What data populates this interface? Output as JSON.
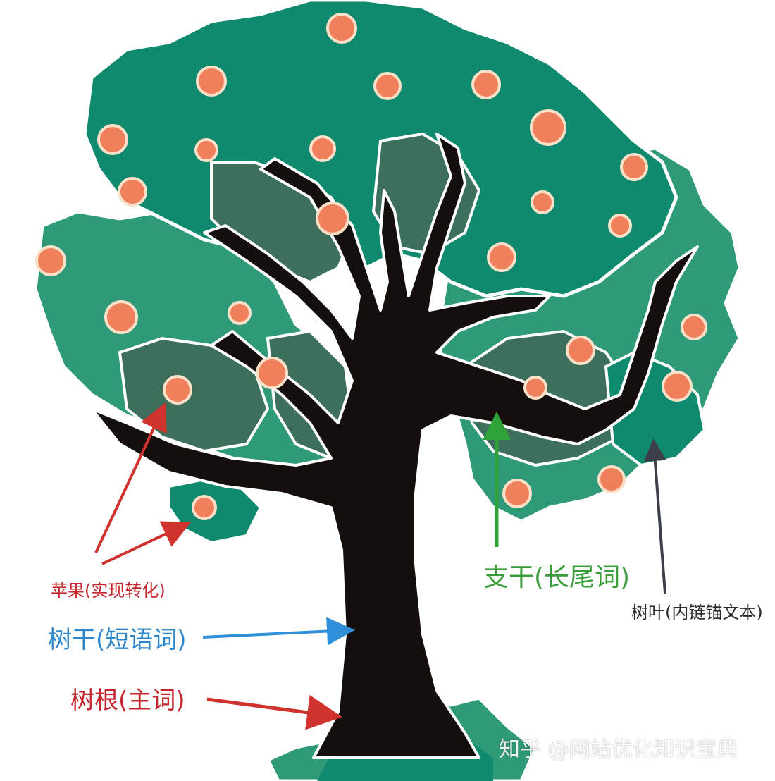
{
  "labels": {
    "apple": "苹果(实现转化)",
    "trunk": "树干(短语词)",
    "root": "树根(主词)",
    "branch": "支干(长尾词)",
    "leaf": "树叶(内链锚文本)"
  },
  "watermark": "知乎 @网站优化知识宝典",
  "colors": {
    "apple_label": "#c4262e",
    "trunk_label": "#2c86c9",
    "root_label": "#c4262e",
    "branch_label": "#3a9d3a",
    "leaf_label": "#2b2b2b",
    "apple_arrow": "#d0322d",
    "trunk_arrow": "#2f8fd8",
    "root_arrow": "#d0322d",
    "branch_arrow": "#2fa33a",
    "leaf_arrow": "#3b4048",
    "foliage_dark": "#0f8a6e",
    "foliage_mid": "#2f9a79",
    "foliage_shade": "#3c6f5c",
    "trunk": "#140f0c",
    "fruit": "#f0805c",
    "fruit_ring": "#fde0c8"
  }
}
